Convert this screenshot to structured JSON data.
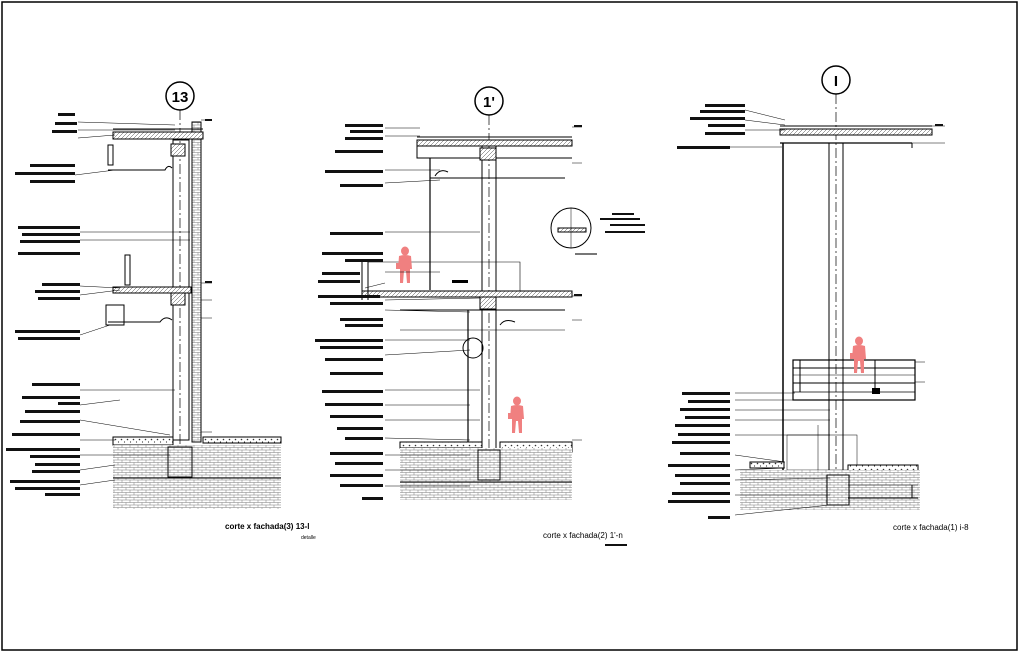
{
  "colors": {
    "background": "#ffffff",
    "line": "#000000",
    "human_figure": "#f08080",
    "hatch": "#555555"
  },
  "sections": [
    {
      "bubble": "13",
      "caption": "corte x fachada(3) 13-l",
      "sub": "detalle"
    },
    {
      "bubble": "1'",
      "caption": "corte x fachada(2) 1'-n",
      "sub": ""
    },
    {
      "bubble": "I",
      "caption": "corte x fachada(1) i-8",
      "sub": ""
    }
  ],
  "icons": {
    "human_figure": "person-silhouette-icon",
    "detail_callout": "circle-magnifier-icon"
  }
}
